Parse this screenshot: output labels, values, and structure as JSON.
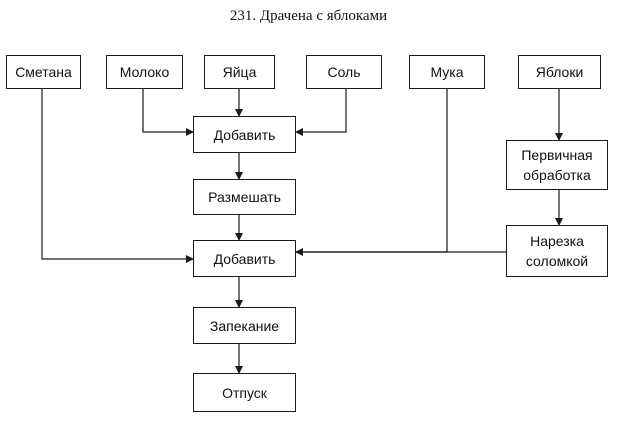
{
  "title": "231. Драчена с яблоками",
  "nodes": {
    "smetana": "Сметана",
    "moloko": "Молоко",
    "yaitsa": "Яйца",
    "sol": "Соль",
    "muka": "Мука",
    "yabloki": "Яблоки",
    "dobavit_1": "Добавить",
    "razmeshat": "Размешать",
    "dobavit_2": "Добавить",
    "zapekanie": "Запекание",
    "otpusk": "Отпуск",
    "pervichnaya_obrabotka": "Первичная\nобработка",
    "narezka_solomkoi": "Нарезка\nсоломкой"
  }
}
